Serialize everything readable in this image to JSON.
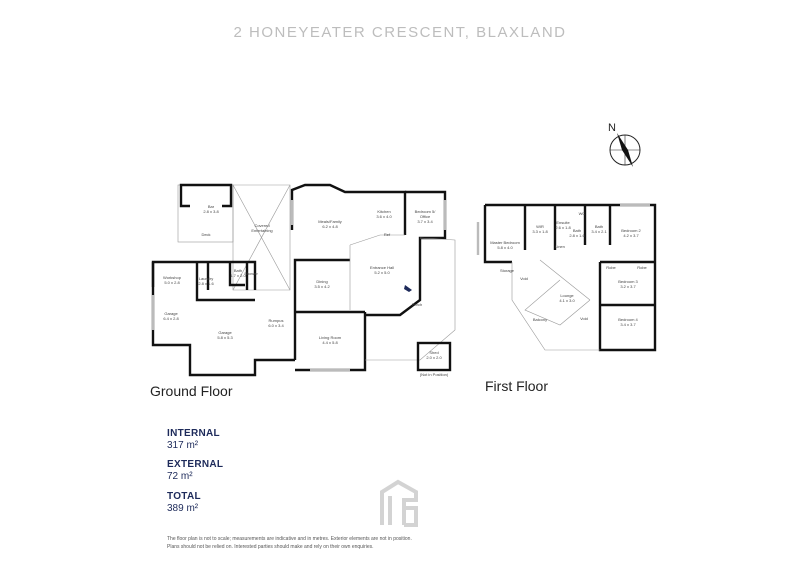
{
  "title": "2 HONEYEATER CRESCENT, BLAXLAND",
  "compass_label": "N",
  "ground_floor": {
    "label": "Ground Floor",
    "rooms": [
      {
        "name": "Bar",
        "dims": "2.8 x 3.8"
      },
      {
        "name": "Deck",
        "dims": ""
      },
      {
        "name": "Covered",
        "dims": "Entertaining"
      },
      {
        "name": "Workshop",
        "dims": "5.0 x 2.8"
      },
      {
        "name": "Laundry",
        "dims": "2.8 x 1.6"
      },
      {
        "name": "Bath",
        "dims": "1.7 x 2.0"
      },
      {
        "name": "Shower",
        "dims": ""
      },
      {
        "name": "Garage",
        "dims": "6.4 x 2.8"
      },
      {
        "name": "Garage",
        "dims": "5.8 x 5.3"
      },
      {
        "name": "Rumpus",
        "dims": "6.0 x 3.4"
      },
      {
        "name": "Meals/Family",
        "dims": "6.2 x 4.8"
      },
      {
        "name": "Kitchen",
        "dims": "3.6 x 4.0"
      },
      {
        "name": "Bedroom 5/",
        "dims": "Office"
      },
      {
        "name": "",
        "dims": "3.7 x 3.4"
      },
      {
        "name": "Dining",
        "dims": "3.5 x 4.2"
      },
      {
        "name": "Entrance Hall",
        "dims": "5.2 x 5.0"
      },
      {
        "name": "Porch",
        "dims": ""
      },
      {
        "name": "Living Room",
        "dims": "4.4 x 5.8"
      },
      {
        "name": "Shed",
        "dims": "2.0 x 2.0"
      },
      {
        "name": "Ref",
        "dims": ""
      }
    ],
    "shed_note": "(Not in Position)"
  },
  "first_floor": {
    "label": "First Floor",
    "rooms": [
      {
        "name": "Master Bedroom",
        "dims": "5.8 x 4.0"
      },
      {
        "name": "WIR",
        "dims": "3.3 x 1.8"
      },
      {
        "name": "Ensuite",
        "dims": "2.6 x 1.8"
      },
      {
        "name": "WC",
        "dims": ""
      },
      {
        "name": "Bath",
        "dims": "2.8 x 1.6"
      },
      {
        "name": "Bath",
        "dims": "3.4 x 2.1"
      },
      {
        "name": "Linen",
        "dims": ""
      },
      {
        "name": "Bedroom 2",
        "dims": "4.2 x 3.7"
      },
      {
        "name": "Robe",
        "dims": ""
      },
      {
        "name": "Robe",
        "dims": ""
      },
      {
        "name": "Storage",
        "dims": ""
      },
      {
        "name": "Void",
        "dims": ""
      },
      {
        "name": "Lounge",
        "dims": "4.1 x 3.0"
      },
      {
        "name": "Bedroom 3",
        "dims": "3.2 x 3.7"
      },
      {
        "name": "Balcony",
        "dims": ""
      },
      {
        "name": "Void",
        "dims": ""
      },
      {
        "name": "Bedroom 4",
        "dims": "3.4 x 3.7"
      }
    ]
  },
  "areas": [
    {
      "label": "INTERNAL",
      "value": "317 m²"
    },
    {
      "label": "EXTERNAL",
      "value": "72 m²"
    },
    {
      "label": "TOTAL",
      "value": "389 m²"
    }
  ],
  "disclaimer": [
    "The floor plan is not to scale; measurements are indicative and in metres. Exterior elements are not in position.",
    "Plans should not be relied on. Interested parties should make and rely on their own enquiries."
  ],
  "colors": {
    "accent": "#1d2a5a",
    "title": "#bdbdbd",
    "wall": "#111111"
  }
}
